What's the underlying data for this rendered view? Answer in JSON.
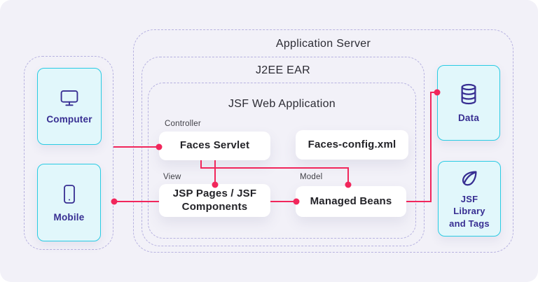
{
  "diagram": {
    "containers": {
      "application_server": {
        "title": "Application Server"
      },
      "j2ee_ear": {
        "title": "J2EE EAR"
      },
      "jsf_web_application": {
        "title": "JSF Web Application"
      }
    },
    "clients": {
      "computer": {
        "label": "Computer",
        "icon": "monitor-icon"
      },
      "mobile": {
        "label": "Mobile",
        "icon": "smartphone-icon"
      }
    },
    "mvc": {
      "controller_label": "Controller",
      "view_label": "View",
      "model_label": "Model",
      "faces_servlet": "Faces Servlet",
      "faces_config": "Faces-config.xml",
      "jsp_pages": "JSP Pages / JSF\nComponents",
      "managed_beans": "Managed Beans"
    },
    "resources": {
      "data": {
        "label": "Data",
        "icon": "database-icon"
      },
      "jsf_library": {
        "label": "JSF\nLibrary\nand Tags",
        "icon": "leaf-icon"
      }
    },
    "colors": {
      "background": "#f2f1f8",
      "dashed_border": "#b7b2e0",
      "card_border": "#2acbe3",
      "card_background": "#e1f7fb",
      "indigo_text": "#372e92",
      "connector_pink": "#f1265b",
      "box_text": "#232328"
    }
  }
}
